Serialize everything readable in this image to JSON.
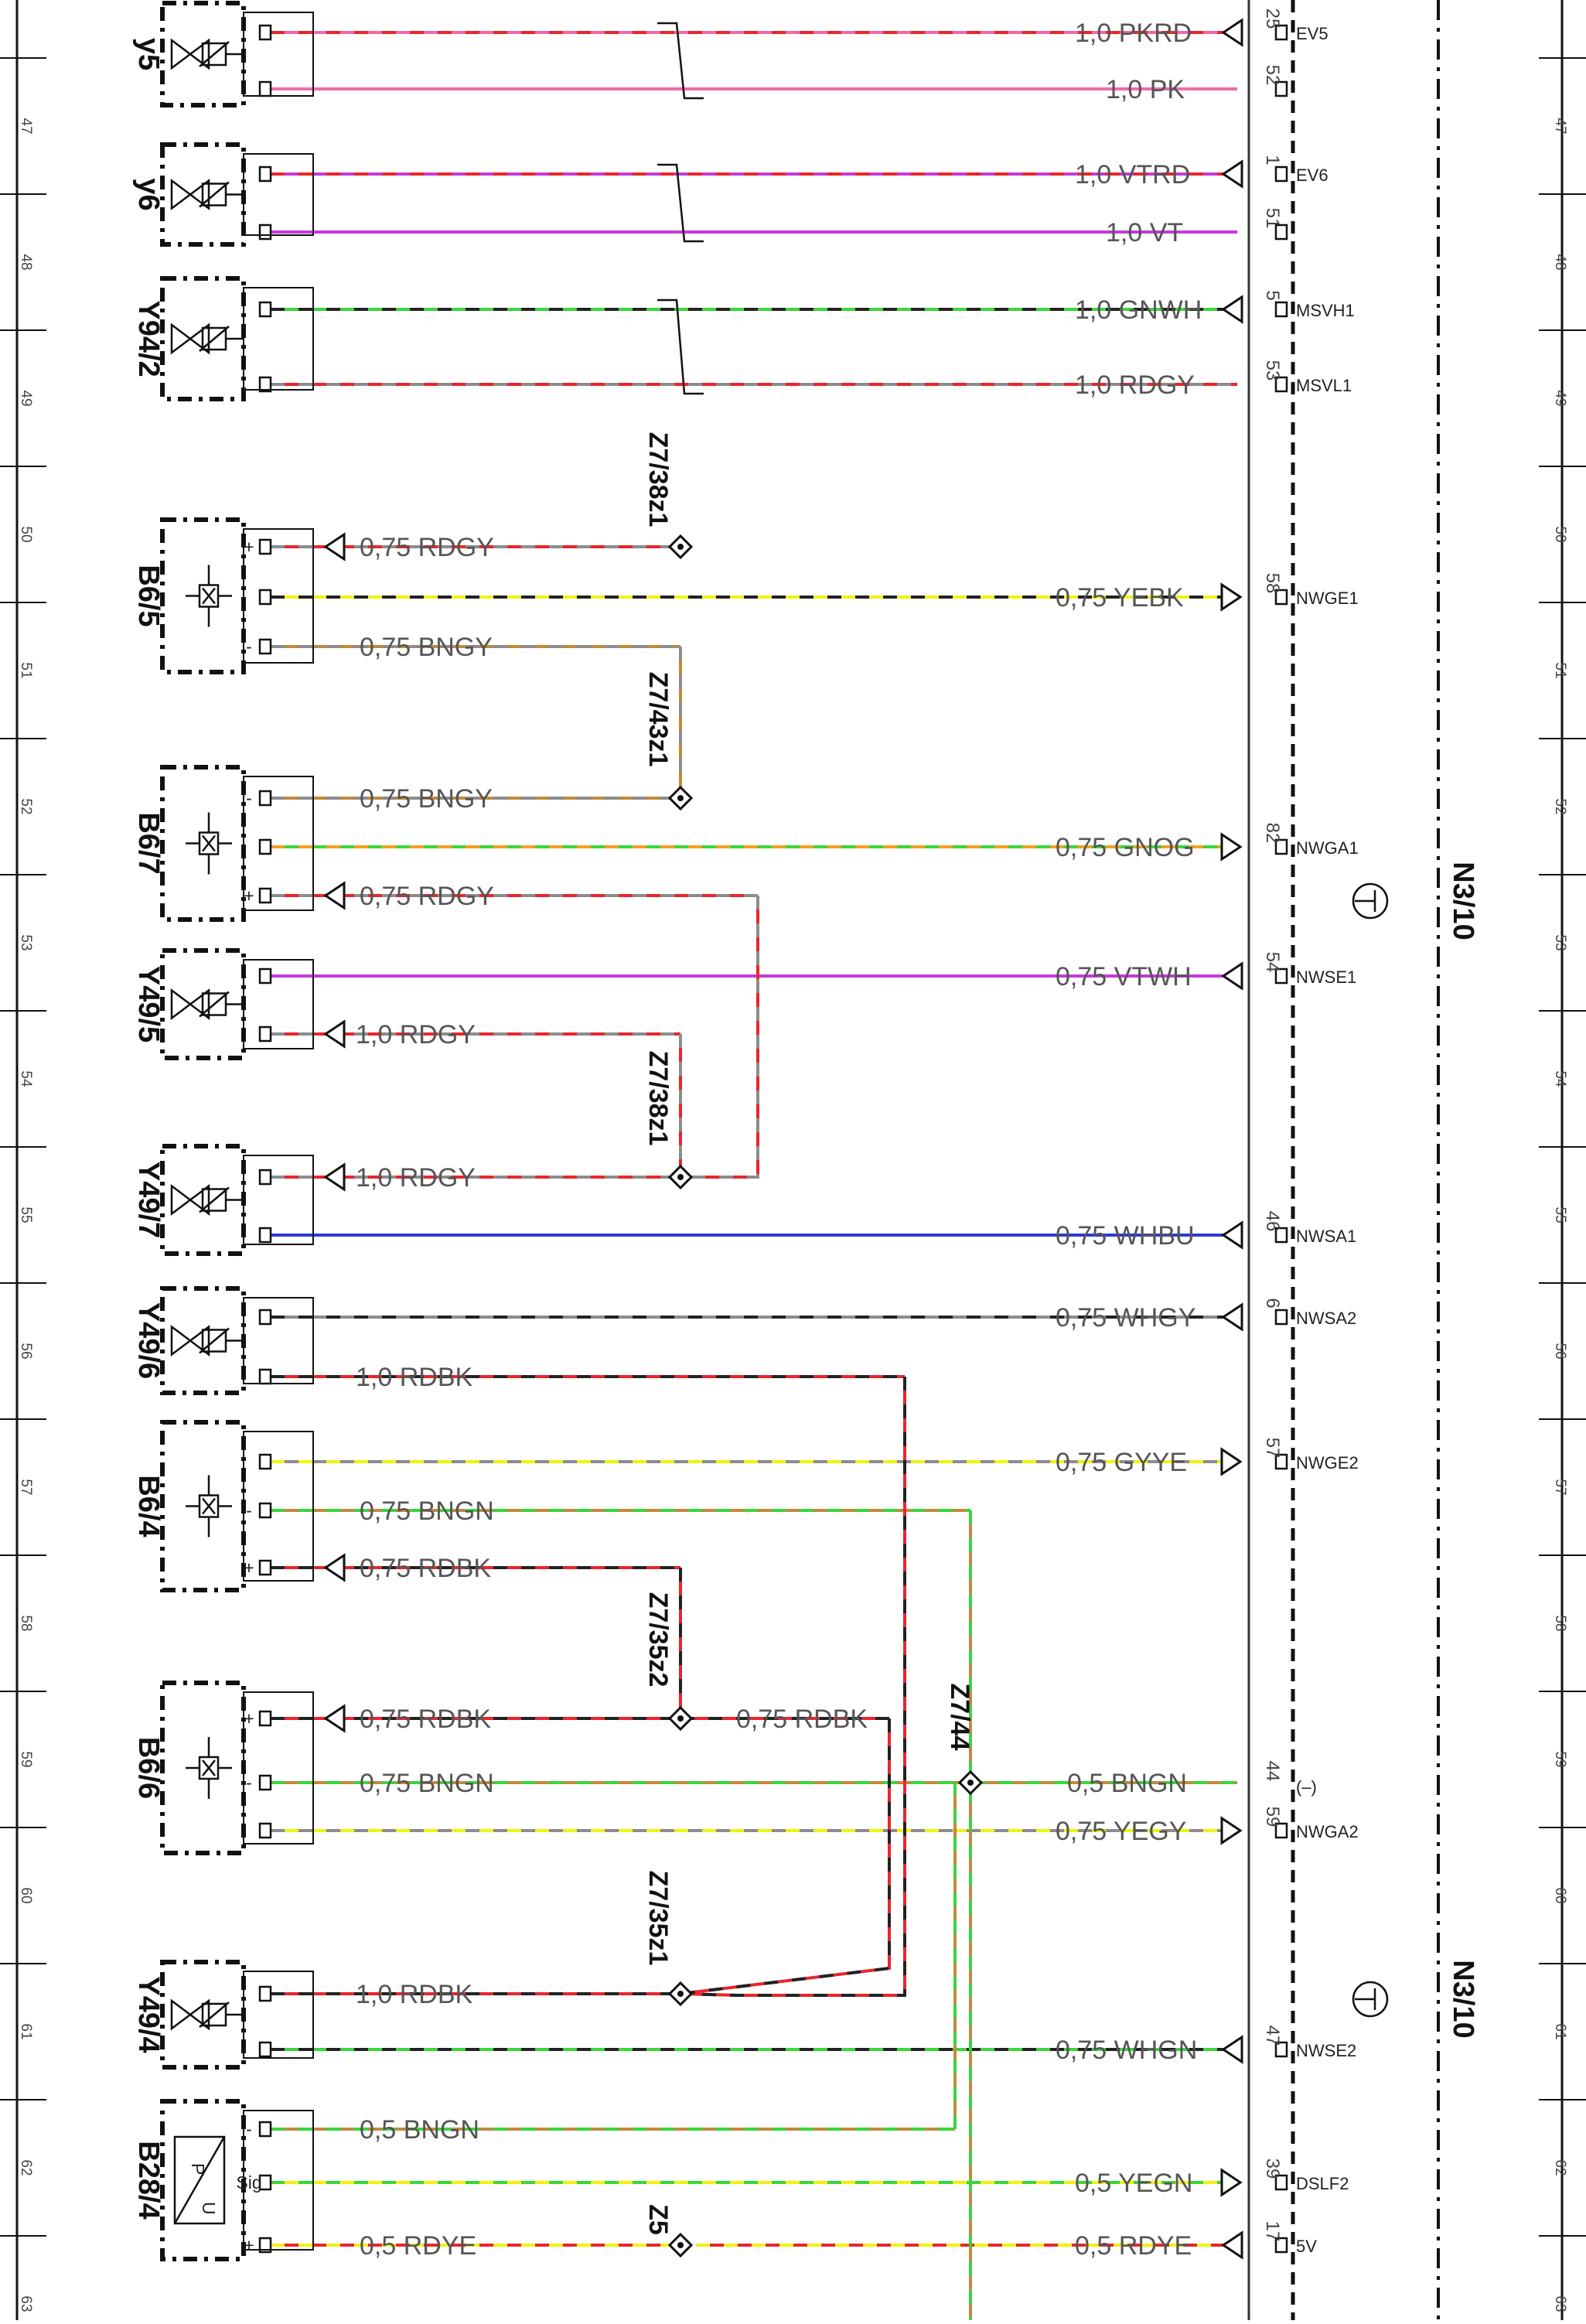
{
  "sheet": {
    "frame_numbers": [
      "47",
      "48",
      "49",
      "50",
      "51",
      "52",
      "53",
      "54",
      "55",
      "56",
      "57",
      "58",
      "59",
      "60",
      "61",
      "62",
      "63"
    ]
  },
  "colors": {
    "RD": "#e8262b",
    "PK": "#f06aa8",
    "VT": "#c23bd6",
    "GN": "#3ad63a",
    "WH": "#eeeeee",
    "GY": "#8c8c8c",
    "YE": "#f3f20f",
    "BK": "#222222",
    "BN": "#c08a3e",
    "OG": "#f4a020",
    "BU": "#2a3bd6"
  },
  "components": [
    {
      "name": "y5"
    },
    {
      "name": "y6"
    },
    {
      "name": "Y94/2"
    },
    {
      "name": "B6/5"
    },
    {
      "name": "B6/7"
    },
    {
      "name": "Y49/5"
    },
    {
      "name": "Y49/7"
    },
    {
      "name": "Y49/6"
    },
    {
      "name": "B6/4"
    },
    {
      "name": "B6/6"
    },
    {
      "name": "Y49/4"
    },
    {
      "name": "B28/4"
    }
  ],
  "sensor_signs": [
    "+",
    "-",
    "-",
    "+",
    "-",
    "+",
    "+",
    "-",
    "-",
    "Sig",
    "+"
  ],
  "wires": [
    {
      "label": "1,0 PKRD",
      "colors": [
        "PK",
        "RD"
      ],
      "pin": "25",
      "signal": "EV5",
      "comp_pin": "2"
    },
    {
      "label": "1,0 PK",
      "colors": [
        "PK",
        "PK"
      ],
      "pin": "52",
      "signal": "",
      "comp_pin": "1"
    },
    {
      "label": "1,0 VTRD",
      "colors": [
        "VT",
        "RD"
      ],
      "pin": "1",
      "signal": "EV6",
      "comp_pin": "2"
    },
    {
      "label": "1,0 VT",
      "colors": [
        "VT",
        "VT"
      ],
      "pin": "51",
      "signal": "",
      "comp_pin": "1"
    },
    {
      "label": "1,0 GNWH",
      "colors": [
        "GN",
        "BK"
      ],
      "pin": "5",
      "signal": "MSVH1",
      "comp_pin": "2"
    },
    {
      "label": "1,0 RDGY",
      "colors": [
        "RD",
        "GY"
      ],
      "pin": "53",
      "signal": "MSVL1",
      "comp_pin": "1"
    },
    {
      "label": "0,75 RDGY",
      "colors": [
        "RD",
        "GY"
      ],
      "pin": "",
      "signal": "",
      "comp_pin": "1"
    },
    {
      "label": "0,75 YEBK",
      "colors": [
        "YE",
        "BK"
      ],
      "pin": "58",
      "signal": "NWGE1",
      "comp_pin": "2"
    },
    {
      "label": "0,75 BNGY",
      "colors": [
        "BN",
        "GY"
      ],
      "pin": "",
      "signal": "",
      "comp_pin": "3"
    },
    {
      "label": "0,75 BNGY",
      "colors": [
        "BN",
        "GY"
      ],
      "pin": "",
      "signal": "",
      "comp_pin": "3"
    },
    {
      "label": "0,75 GNOG",
      "colors": [
        "GN",
        "OG"
      ],
      "pin": "82",
      "signal": "NWGA1",
      "comp_pin": "2"
    },
    {
      "label": "0,75 RDGY",
      "colors": [
        "RD",
        "GY"
      ],
      "pin": "",
      "signal": "",
      "comp_pin": "1"
    },
    {
      "label": "0,75 VTWH",
      "colors": [
        "VT",
        "VT"
      ],
      "pin": "54",
      "signal": "NWSE1",
      "comp_pin": "1"
    },
    {
      "label": "1,0 RDGY",
      "colors": [
        "RD",
        "GY"
      ],
      "pin": "",
      "signal": "",
      "comp_pin": "2"
    },
    {
      "label": "1,0 RDGY",
      "colors": [
        "RD",
        "GY"
      ],
      "pin": "",
      "signal": "",
      "comp_pin": "2"
    },
    {
      "label": "0,75 WHBU",
      "colors": [
        "BU",
        "BU"
      ],
      "pin": "46",
      "signal": "NWSA1",
      "comp_pin": "1"
    },
    {
      "label": "0,75 WHGY",
      "colors": [
        "GY",
        "BK"
      ],
      "pin": "6",
      "signal": "NWSA2",
      "comp_pin": "1"
    },
    {
      "label": "1,0 RDBK",
      "colors": [
        "RD",
        "BK"
      ],
      "pin": "",
      "signal": "",
      "comp_pin": "2"
    },
    {
      "label": "0,75 GYYE",
      "colors": [
        "GY",
        "YE"
      ],
      "pin": "57",
      "signal": "NWGE2",
      "comp_pin": "2"
    },
    {
      "label": "0,75 BNGN",
      "colors": [
        "BN",
        "GN"
      ],
      "pin": "",
      "signal": "",
      "comp_pin": "3"
    },
    {
      "label": "0,75 RDBK",
      "colors": [
        "RD",
        "BK"
      ],
      "pin": "",
      "signal": "",
      "comp_pin": "1"
    },
    {
      "label": "0,75 RDBK",
      "colors": [
        "RD",
        "BK"
      ],
      "pin": "",
      "signal": "",
      "comp_pin": "1"
    },
    {
      "label": "0,75 RDBK",
      "colors": [
        "RD",
        "BK"
      ],
      "pin": "",
      "signal": "",
      "comp_pin": ""
    },
    {
      "label": "0,75 BNGN",
      "colors": [
        "BN",
        "GN"
      ],
      "pin": "",
      "signal": "",
      "comp_pin": "3"
    },
    {
      "label": "0,5 BNGN",
      "colors": [
        "BN",
        "GN"
      ],
      "pin": "44",
      "signal": "(–)",
      "comp_pin": ""
    },
    {
      "label": "0,75 YEGY",
      "colors": [
        "YE",
        "GY"
      ],
      "pin": "59",
      "signal": "NWGA2",
      "comp_pin": "2"
    },
    {
      "label": "1,0 RDBK",
      "colors": [
        "RD",
        "BK"
      ],
      "pin": "",
      "signal": "",
      "comp_pin": "2"
    },
    {
      "label": "0,75 WHGN",
      "colors": [
        "GN",
        "BK"
      ],
      "pin": "47",
      "signal": "NWSE2",
      "comp_pin": "1"
    },
    {
      "label": "0,5 BNGN",
      "colors": [
        "BN",
        "GN"
      ],
      "pin": "",
      "signal": "",
      "comp_pin": "2"
    },
    {
      "label": "0,5 YEGN",
      "colors": [
        "YE",
        "GN"
      ],
      "pin": "39",
      "signal": "DSLF2",
      "comp_pin": "1"
    },
    {
      "label": "0,5 RDYE",
      "colors": [
        "RD",
        "YE"
      ],
      "pin": "",
      "signal": "",
      "comp_pin": "3"
    },
    {
      "label": "0,5 RDYE",
      "colors": [
        "RD",
        "YE"
      ],
      "pin": "17",
      "signal": "5V",
      "comp_pin": ""
    }
  ],
  "splices": [
    {
      "name": "Z7/38z1"
    },
    {
      "name": "Z7/43z1"
    },
    {
      "name": "Z7/38z1"
    },
    {
      "name": "Z7/35z2"
    },
    {
      "name": "Z7/44"
    },
    {
      "name": "Z7/35z1"
    },
    {
      "name": "Z5"
    }
  ],
  "ecu": {
    "name_top": "N3/10",
    "name_bottom": "N3/10"
  }
}
